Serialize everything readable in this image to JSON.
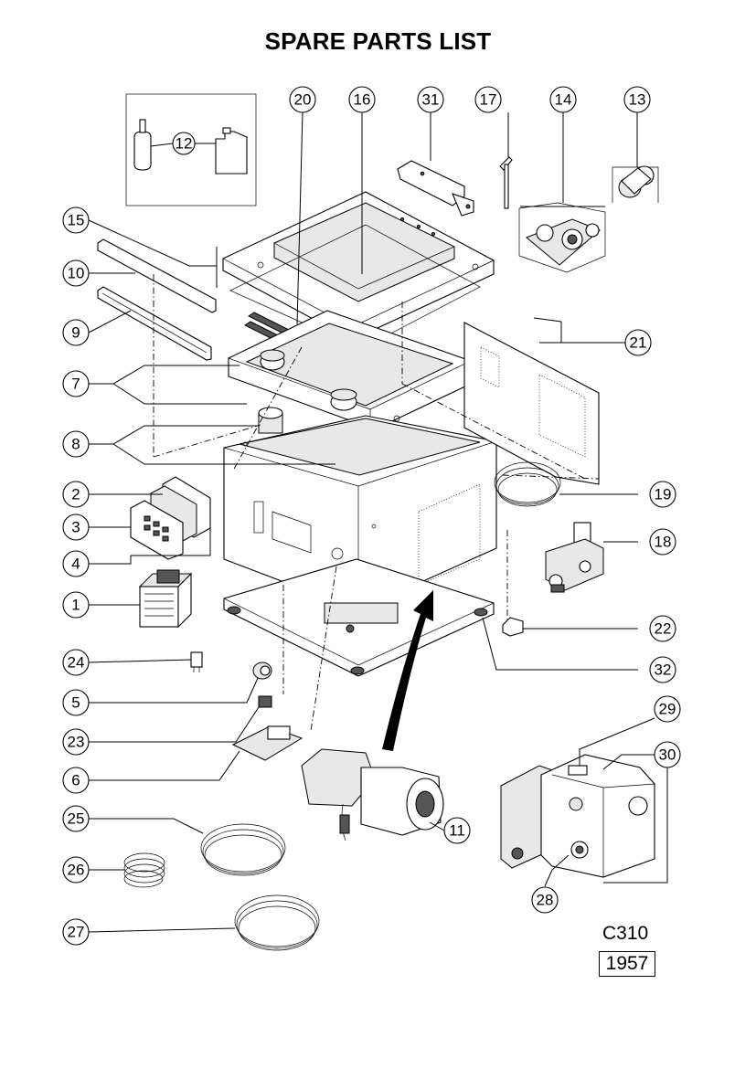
{
  "title": "SPARE PARTS LIST",
  "drawing_code": {
    "model": "C310",
    "number": "1957"
  },
  "part_numbers": [
    "1",
    "2",
    "3",
    "4",
    "5",
    "6",
    "7",
    "8",
    "9",
    "10",
    "11",
    "12",
    "13",
    "14",
    "15",
    "16",
    "17",
    "18",
    "19",
    "20",
    "21",
    "22",
    "23",
    "24",
    "25",
    "26",
    "27",
    "28",
    "29",
    "30",
    "31",
    "32"
  ]
}
